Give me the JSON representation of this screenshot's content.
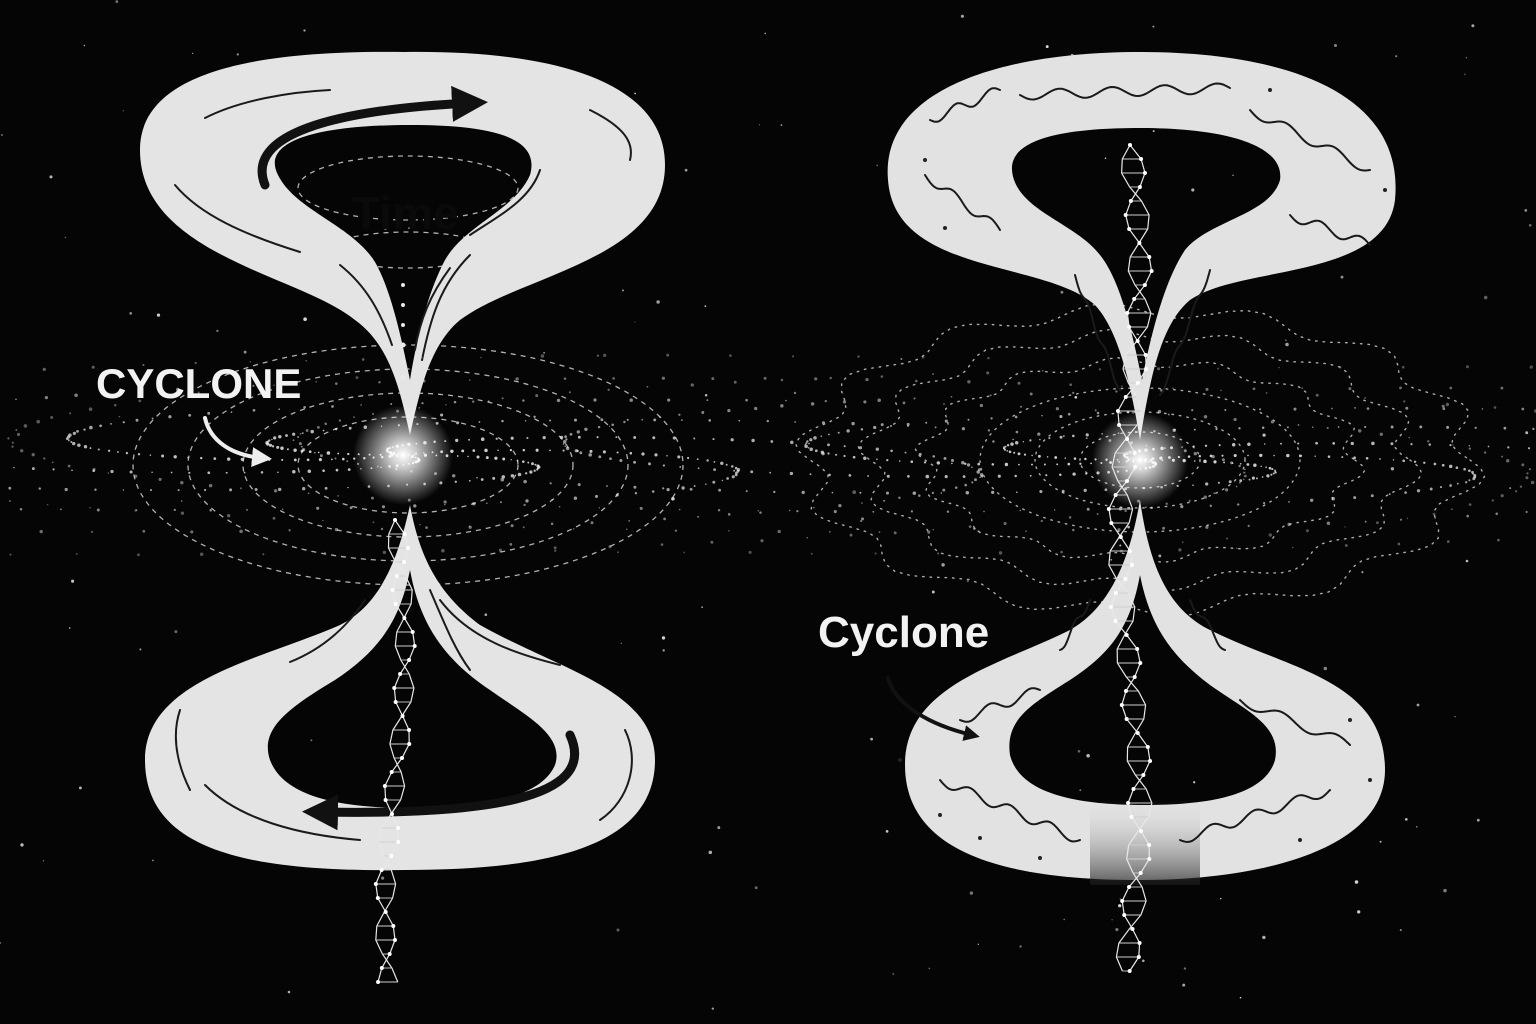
{
  "palette": {
    "background": "#050505",
    "band": "#e4e4e4",
    "band_shade": "#cfcfcf",
    "ink": "#111111",
    "glow": "#ffffff",
    "star": "#d8d8d8"
  },
  "panels": [
    {
      "id": "left",
      "labels": {
        "top": "Time",
        "side": "CYCLONE"
      },
      "icons": [
        "hourglass-vortex",
        "rotation-arrow-cw",
        "rotation-arrow-ccw",
        "spiral-galaxy",
        "dna-helix",
        "curved-pointer-arrow"
      ]
    },
    {
      "id": "right",
      "labels": {
        "side": "Cyclone"
      },
      "icons": [
        "hourglass-vortex",
        "wavy-flow-lines",
        "spiral-galaxy",
        "dna-helix",
        "curved-pointer-arrow"
      ]
    }
  ]
}
